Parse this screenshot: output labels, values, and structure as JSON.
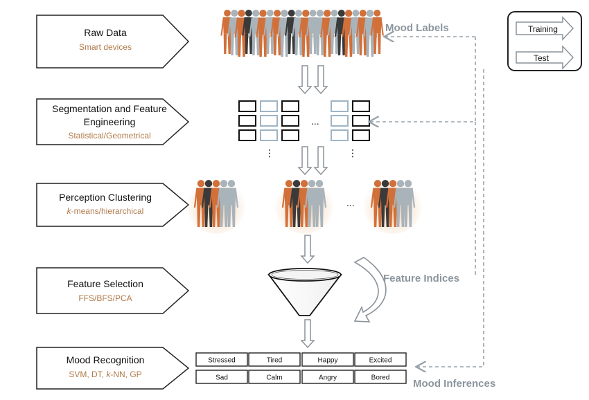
{
  "stages": [
    {
      "title": "Raw Data",
      "subtitle": "Smart devices"
    },
    {
      "title_line1": "Segmentation and Feature",
      "title_line2": "Engineering",
      "subtitle": "Statistical/Geometrical"
    },
    {
      "title": "Perception Clustering",
      "subtitle_k": "k",
      "subtitle_rest": "-means/hierarchical"
    },
    {
      "title": "Feature Selection",
      "subtitle": "FFS/BFS/PCA"
    },
    {
      "title": "Mood Recognition",
      "subtitle_a": "SVM, DT, ",
      "subtitle_k": "k",
      "subtitle_b": "-NN, GP"
    }
  ],
  "side_labels": {
    "mood_labels": "Mood Labels",
    "feature_indices": "Feature Indices",
    "mood_inferences": "Mood Inferences"
  },
  "legend": {
    "training": "Training",
    "test": "Test"
  },
  "ellipsis": "...",
  "vertical_ellipsis": "⋮",
  "moods_row1": [
    "Stressed",
    "Tired",
    "Happy",
    "Excited"
  ],
  "moods_row2": [
    "Sad",
    "Calm",
    "Angry",
    "Bored"
  ],
  "colors": {
    "subtitle": "#b07a4a",
    "gray_label": "#8c969e",
    "arrow_outline": "#8a9299",
    "dashed": "#9aa3aa",
    "figure_orange": "#d2703a",
    "figure_gray": "#a9b3ba",
    "figure_dark": "#3a3a3a"
  }
}
